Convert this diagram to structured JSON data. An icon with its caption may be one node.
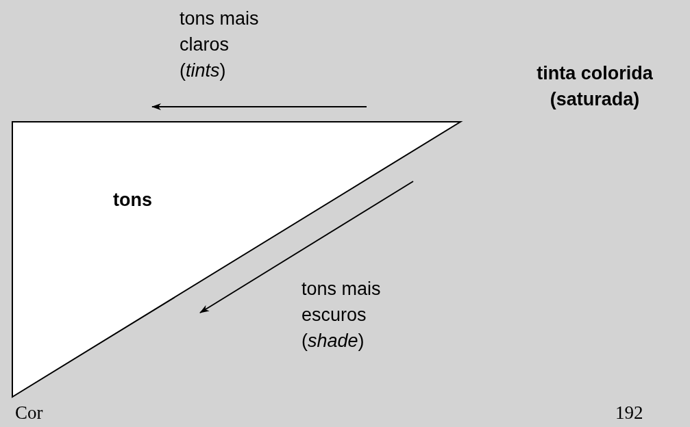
{
  "diagram": {
    "nodes": [
      {
        "text": [
          "tons"
        ]
      }
    ],
    "labels": [
      "tons mais claros (*tints*)",
      "tinta colorida (saturada)",
      "tons mais escuros (*shade*)",
      "Cor",
      "192"
    ]
  }
}
